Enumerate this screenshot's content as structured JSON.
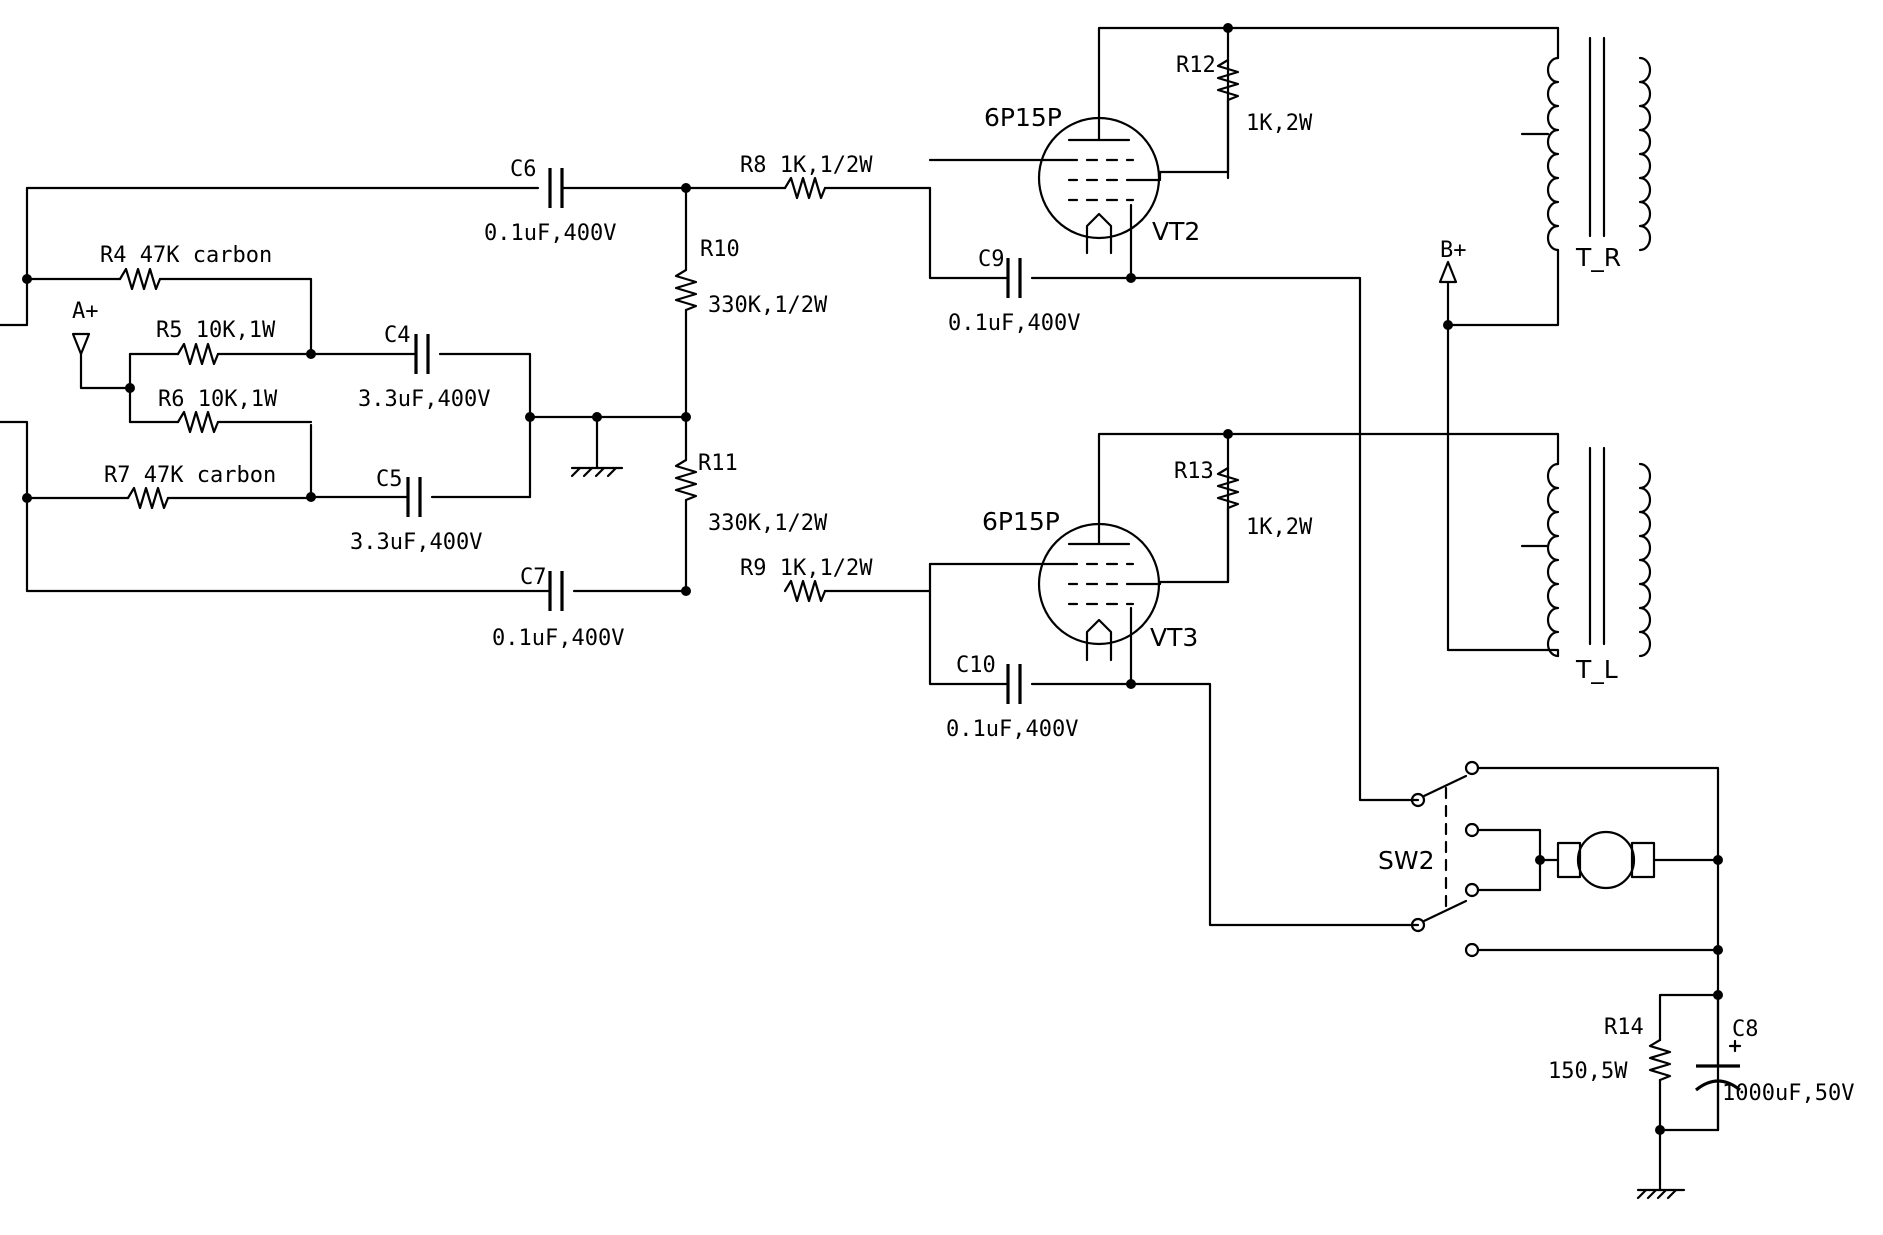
{
  "components": {
    "c6": {
      "ref": "C6",
      "value": "0.1uF,400V"
    },
    "c7": {
      "ref": "C7",
      "value": "0.1uF,400V"
    },
    "c4": {
      "ref": "C4",
      "value": "3.3uF,400V"
    },
    "c5": {
      "ref": "C5",
      "value": "3.3uF,400V"
    },
    "c9": {
      "ref": "C9",
      "value": "0.1uF,400V"
    },
    "c10": {
      "ref": "C10",
      "value": "0.1uF,400V"
    },
    "c8": {
      "ref": "C8",
      "value": "1000uF,50V"
    },
    "r4": {
      "label": "R4 47K carbon"
    },
    "r5": {
      "label": "R5 10K,1W"
    },
    "r6": {
      "label": "R6 10K,1W"
    },
    "r7": {
      "label": "R7 47K carbon"
    },
    "r8": {
      "label": "R8 1K,1/2W"
    },
    "r9": {
      "label": "R9 1K,1/2W"
    },
    "r10": {
      "ref": "R10",
      "value": "330K,1/2W"
    },
    "r11": {
      "ref": "R11",
      "value": "330K,1/2W"
    },
    "r12": {
      "ref": "R12",
      "value": "1K,2W"
    },
    "r13": {
      "ref": "R13",
      "value": "1K,2W"
    },
    "r14": {
      "ref": "R14",
      "value": "150,5W"
    },
    "vt2": {
      "type": "6P15P",
      "ref": "VT2"
    },
    "vt3": {
      "type": "6P15P",
      "ref": "VT3"
    },
    "t_r": {
      "ref": "T_R"
    },
    "t_l": {
      "ref": "T_L"
    },
    "sw2": {
      "ref": "SW2"
    }
  },
  "nets": {
    "a_plus": "A+",
    "b_plus": "B+"
  }
}
